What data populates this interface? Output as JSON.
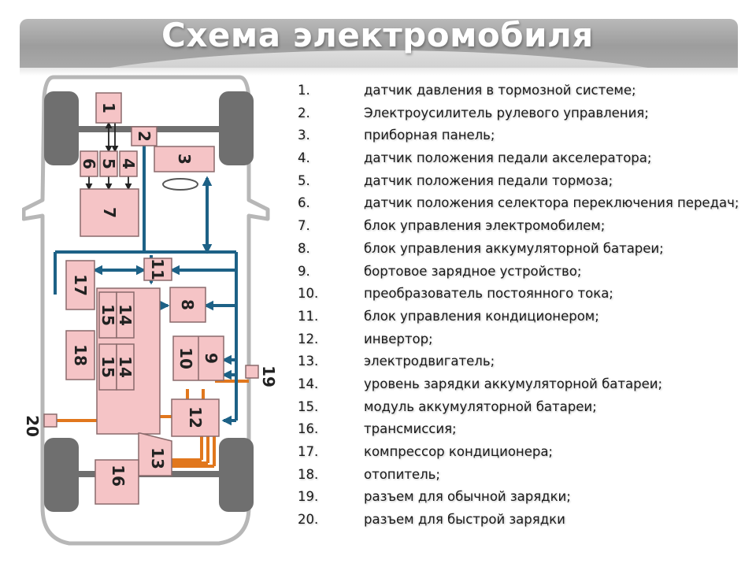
{
  "title": "Схема электромобиля",
  "diagram": {
    "colors": {
      "block_fill": "#f5c4c6",
      "block_stroke": "#8a6a6b",
      "data_line": "#1d6186",
      "power_line": "#e1771d",
      "wheel": "#6f6f6f",
      "body_outline": "#b7b7b7"
    },
    "blocks": [
      {
        "id": "1",
        "label": "1"
      },
      {
        "id": "2",
        "label": "2"
      },
      {
        "id": "3",
        "label": "3"
      },
      {
        "id": "4",
        "label": "4"
      },
      {
        "id": "5",
        "label": "5"
      },
      {
        "id": "6",
        "label": "6"
      },
      {
        "id": "7",
        "label": "7"
      },
      {
        "id": "8",
        "label": "8"
      },
      {
        "id": "9",
        "label": "9"
      },
      {
        "id": "10",
        "label": "10"
      },
      {
        "id": "11",
        "label": "11"
      },
      {
        "id": "12",
        "label": "12"
      },
      {
        "id": "13",
        "label": "13"
      },
      {
        "id": "14a",
        "label": "14"
      },
      {
        "id": "15a",
        "label": "15"
      },
      {
        "id": "14b",
        "label": "14"
      },
      {
        "id": "15b",
        "label": "15"
      },
      {
        "id": "16",
        "label": "16"
      },
      {
        "id": "17",
        "label": "17"
      },
      {
        "id": "18",
        "label": "18"
      },
      {
        "id": "19",
        "label": "19"
      },
      {
        "id": "20",
        "label": "20"
      }
    ]
  },
  "legend": [
    {
      "num": "1.",
      "text": "датчик давления в тормозной системе;"
    },
    {
      "num": "2.",
      "text": "Электроусилитель рулевого управления;"
    },
    {
      "num": "3.",
      "text": "приборная панель;"
    },
    {
      "num": "4.",
      "text": "датчик положения педали акселератора;"
    },
    {
      "num": "5.",
      "text": "датчик положения педали тормоза;"
    },
    {
      "num": "6.",
      "text": "датчик положения селектора переключения передач;"
    },
    {
      "num": "7.",
      "text": "блок управления электромобилем;"
    },
    {
      "num": "8.",
      "text": "блок управления аккумуляторной батареи;"
    },
    {
      "num": "9.",
      "text": "бортовое зарядное устройство;"
    },
    {
      "num": "10.",
      "text": "преобразователь постоянного тока;"
    },
    {
      "num": "11.",
      "text": "блок управления кондиционером;"
    },
    {
      "num": "12.",
      "text": "инвертор;"
    },
    {
      "num": "13.",
      "text": "электродвигатель;"
    },
    {
      "num": "14.",
      "text": "уровень зарядки аккумуляторной батареи;"
    },
    {
      "num": "15.",
      "text": "модуль аккумуляторной батареи;"
    },
    {
      "num": "16.",
      "text": "трансмиссия;"
    },
    {
      "num": "17.",
      "text": "компрессор кондиционера;"
    },
    {
      "num": "18.",
      "text": "отопитель;"
    },
    {
      "num": "19.",
      "text": "разъем для обычной зарядки;"
    },
    {
      "num": "20.",
      "text": "разъем для быстрой зарядки"
    }
  ]
}
